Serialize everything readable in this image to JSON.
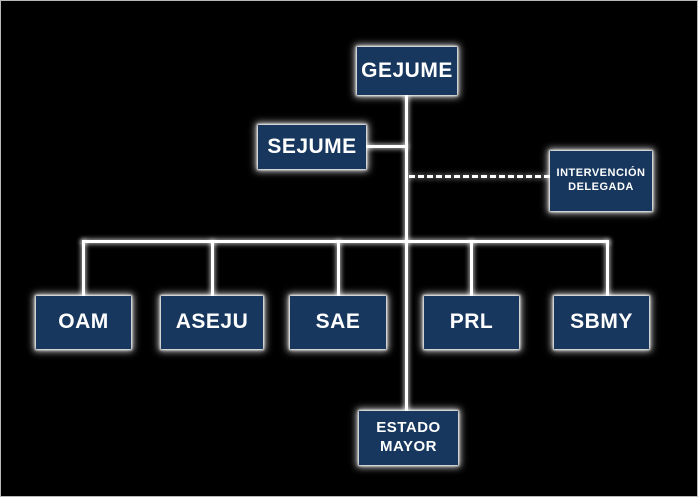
{
  "diagram": {
    "type": "org-chart",
    "background_color": "#000000",
    "node_fill_color": "#17375e",
    "node_text_color": "#ffffff",
    "connector_color": "#ffffff",
    "nodes": {
      "gejume": {
        "label": "GEJUME"
      },
      "sejume": {
        "label": "SEJUME"
      },
      "intervencion_delegada": {
        "line1": "INTERVENCIÓN",
        "line2": "DELEGADA"
      },
      "oam": {
        "label": "OAM"
      },
      "aseju": {
        "label": "ASEJU"
      },
      "sae": {
        "label": "SAE"
      },
      "prl": {
        "label": "PRL"
      },
      "sbmy": {
        "label": "SBMY"
      },
      "estado_mayor": {
        "line1": "ESTADO",
        "line2": "MAYOR"
      }
    }
  }
}
